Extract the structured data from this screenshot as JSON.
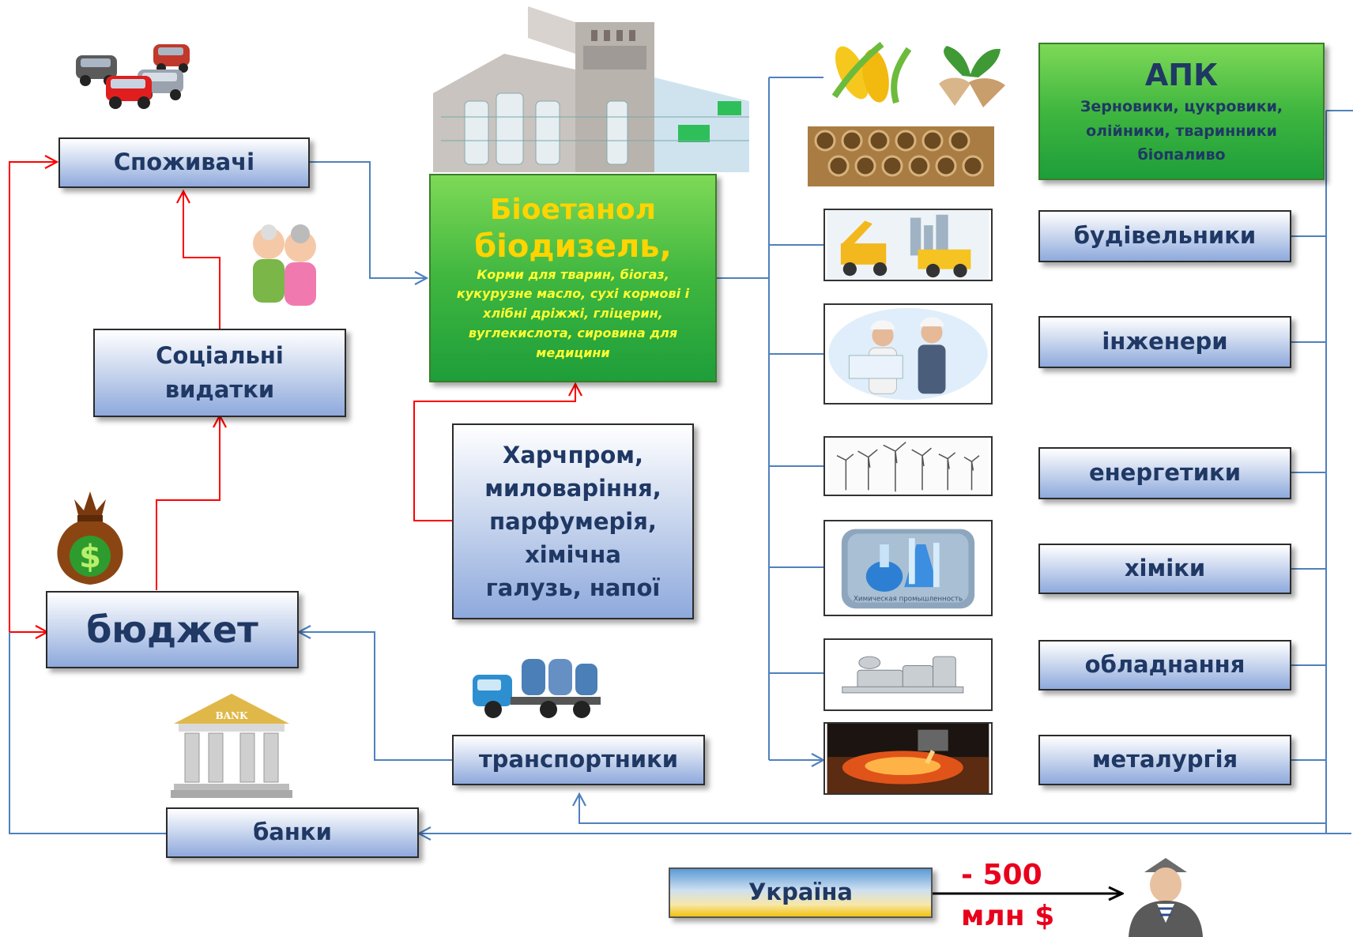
{
  "nodes": {
    "consumers": "Споживачі",
    "social": "Соціальні видатки",
    "budget": "бюджет",
    "banks": "банки",
    "transport": "транспортники",
    "food": "Харчпром, миловаріння, парфумерія, хімічна галузь, напої",
    "bio_title_1": "Біоетанол",
    "bio_title_2": "біодизель,",
    "bio_sub": "Корми для тварин, біогаз, кукурузне масло,  сухі кормові  і хлібні дріжжі, гліцерин, вуглекислота, сировина для медицини",
    "apk_title": "АПК",
    "apk_sub": "Зерновики, цукровики, олійники, тваринники біопаливо",
    "builders": "будівельники",
    "engineers": "інженери",
    "energy": "енергетики",
    "chemists": "хіміки",
    "equipment": "обладнання",
    "metallurgy": "металургія",
    "ukraine": "Україна",
    "loss_line1": "- 500",
    "loss_line2": "млн $"
  },
  "images": {
    "bank_sign": "BANK",
    "chem_caption": "Химическая промышленность",
    "dollar_sign": "$"
  },
  "colors": {
    "text": "#1f3864",
    "bio_title": "#ffd400",
    "bio_sub": "#ffff33",
    "red_line": "#ff0000",
    "blue_line": "#4f81bd",
    "loss": "#e8001c"
  }
}
